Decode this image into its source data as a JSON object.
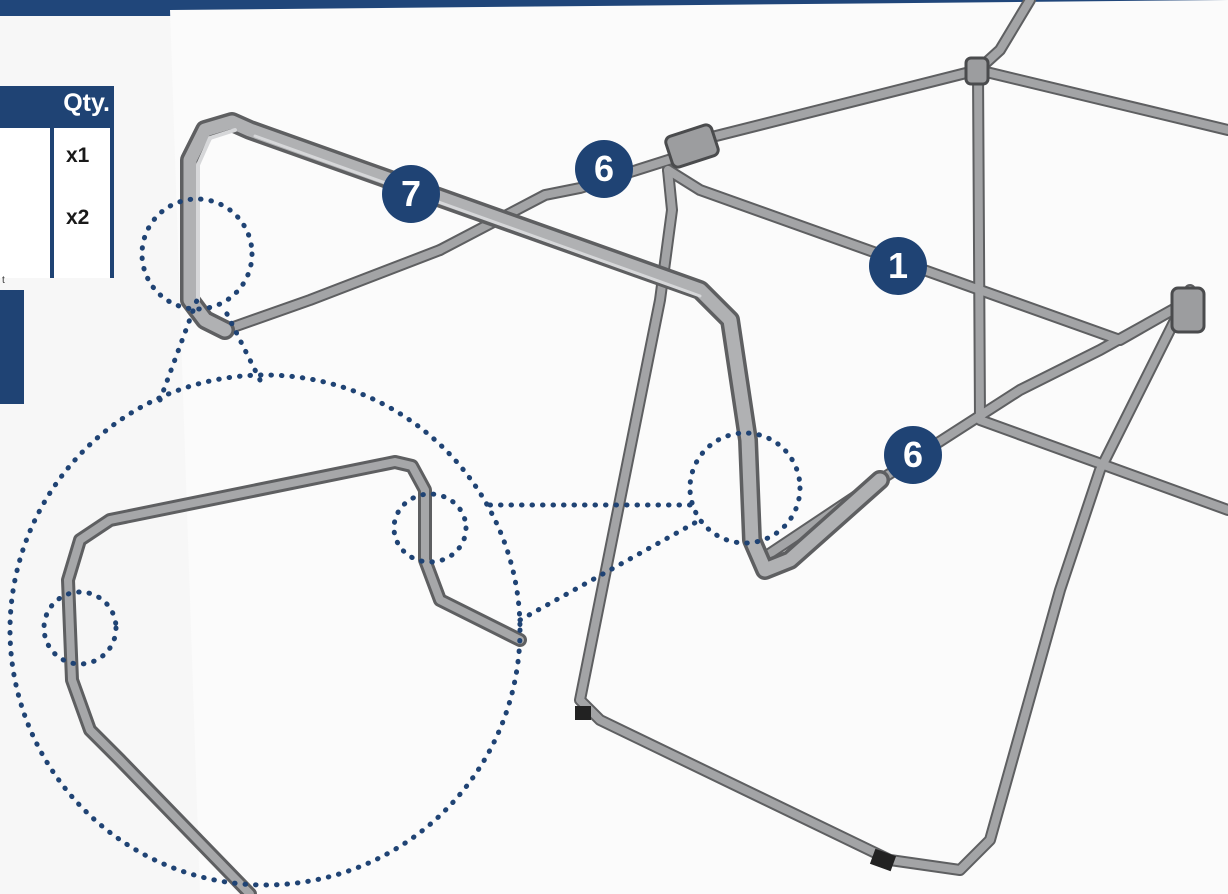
{
  "parts_table": {
    "header": "Qty.",
    "rows": [
      {
        "qty": "x1"
      },
      {
        "qty": "x2"
      }
    ],
    "footnote_mark": "t"
  },
  "callouts": [
    {
      "id": "badge-7",
      "label": "7"
    },
    {
      "id": "badge-6-top",
      "label": "6"
    },
    {
      "id": "badge-1",
      "label": "1"
    },
    {
      "id": "badge-6-right",
      "label": "6"
    }
  ],
  "colors": {
    "frame_blue": "#20467a",
    "badge_blue": "#1f4374",
    "tube_grey": "#9a9b9d",
    "tube_shadow": "#5e5f61",
    "dotted_outline": "#1f4374"
  },
  "icons": [
    "chair-frame-illustration",
    "dotted-detail-circle",
    "dotted-connector-line"
  ]
}
